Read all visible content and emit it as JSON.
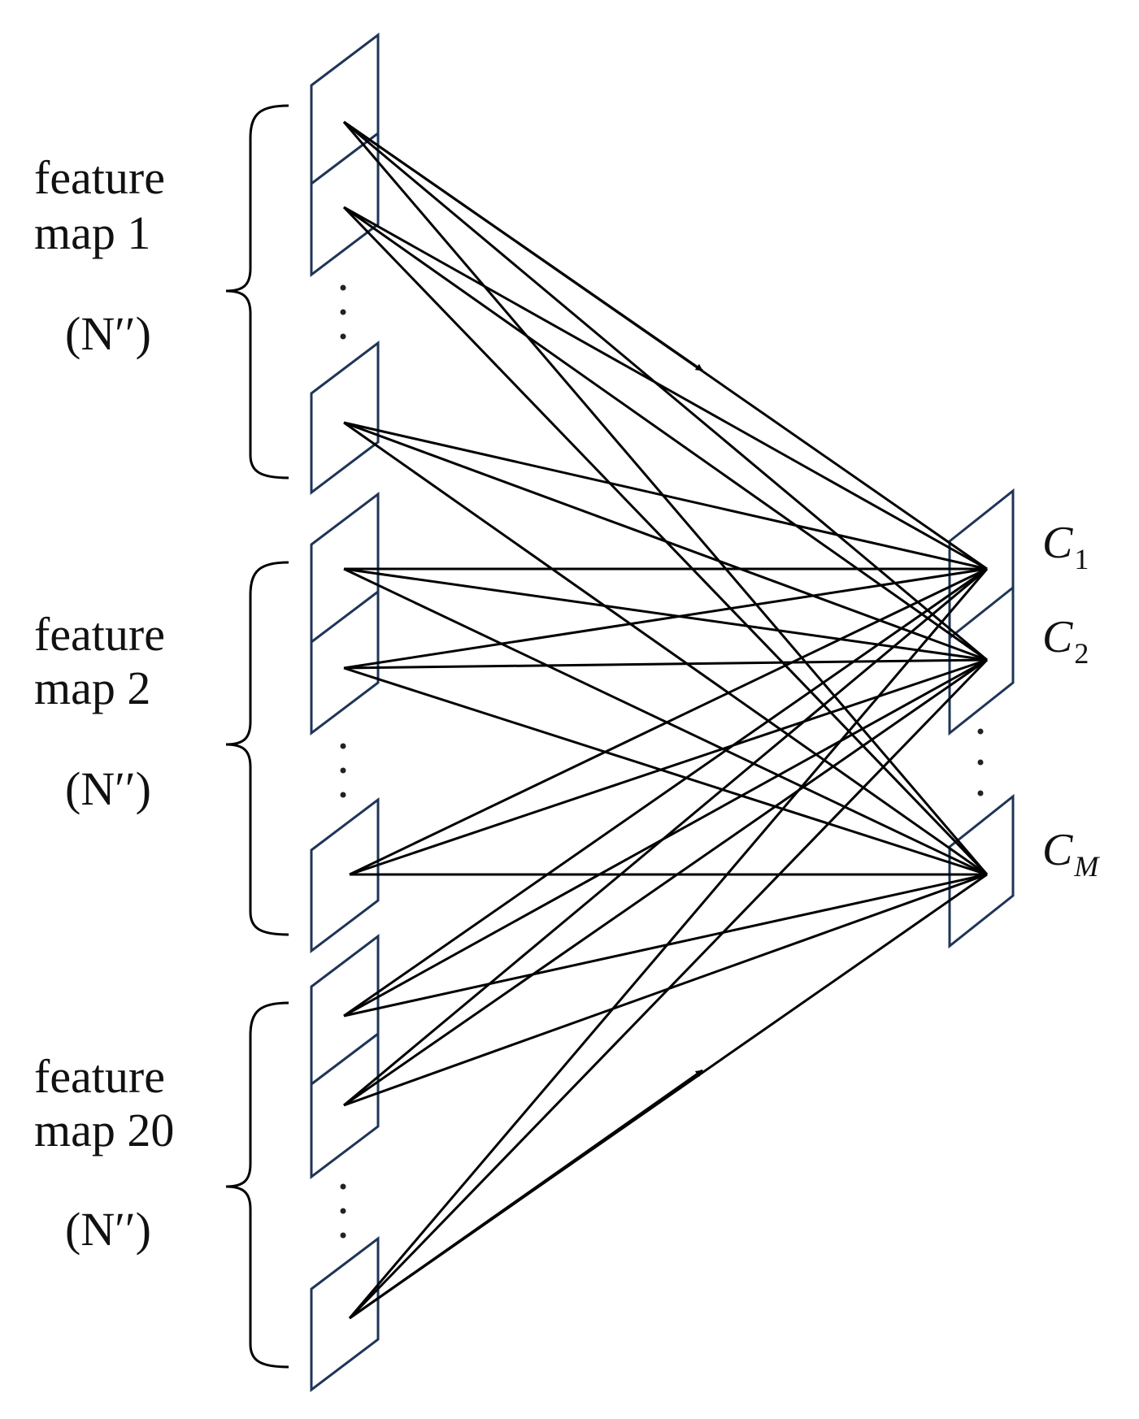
{
  "groups": [
    {
      "line1": "feature",
      "line2": "map  1",
      "count": "(N′′)"
    },
    {
      "line1": "feature",
      "line2": "map  2",
      "count": "(N′′)"
    },
    {
      "line1": "feature",
      "line2": "map  20",
      "count": "(N′′)"
    }
  ],
  "outputs": [
    {
      "base": "C",
      "sub": "1"
    },
    {
      "base": "C",
      "sub": "2"
    },
    {
      "base": "C",
      "sub": "M"
    }
  ],
  "colors": {
    "planes": "#1f3557",
    "lines": "#000000"
  }
}
